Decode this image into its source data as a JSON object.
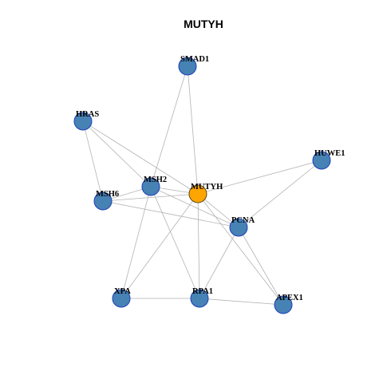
{
  "title": "MUTYH",
  "colors": {
    "node_default": "#4682b4",
    "node_center": "#ffa500",
    "edge": "#b3b3b3"
  },
  "nodes": [
    {
      "id": "SMAD1",
      "label": "SMAD1",
      "center": false
    },
    {
      "id": "HRAS",
      "label": "HRAS",
      "center": false
    },
    {
      "id": "HUWE1",
      "label": "HUWE1",
      "center": false
    },
    {
      "id": "MSH2",
      "label": "MSH2",
      "center": false
    },
    {
      "id": "MUTYH",
      "label": "MUTYH",
      "center": true
    },
    {
      "id": "MSH6",
      "label": "MSH6",
      "center": false
    },
    {
      "id": "PCNA",
      "label": "PCNA",
      "center": false
    },
    {
      "id": "XPA",
      "label": "XPA",
      "center": false
    },
    {
      "id": "RPA1",
      "label": "RPA1",
      "center": false
    },
    {
      "id": "APEX1",
      "label": "APEX1",
      "center": false
    }
  ],
  "edges": [
    [
      "SMAD1",
      "MSH2"
    ],
    [
      "SMAD1",
      "MUTYH"
    ],
    [
      "HRAS",
      "MSH6"
    ],
    [
      "HRAS",
      "MSH2"
    ],
    [
      "HRAS",
      "MUTYH"
    ],
    [
      "HUWE1",
      "MUTYH"
    ],
    [
      "HUWE1",
      "PCNA"
    ],
    [
      "MSH2",
      "MUTYH"
    ],
    [
      "MSH2",
      "MSH6"
    ],
    [
      "MSH2",
      "PCNA"
    ],
    [
      "MSH2",
      "XPA"
    ],
    [
      "MSH2",
      "RPA1"
    ],
    [
      "MUTYH",
      "MSH6"
    ],
    [
      "MUTYH",
      "PCNA"
    ],
    [
      "MUTYH",
      "XPA"
    ],
    [
      "MUTYH",
      "RPA1"
    ],
    [
      "MUTYH",
      "APEX1"
    ],
    [
      "MSH6",
      "PCNA"
    ],
    [
      "PCNA",
      "RPA1"
    ],
    [
      "PCNA",
      "APEX1"
    ],
    [
      "XPA",
      "RPA1"
    ],
    [
      "RPA1",
      "APEX1"
    ]
  ]
}
